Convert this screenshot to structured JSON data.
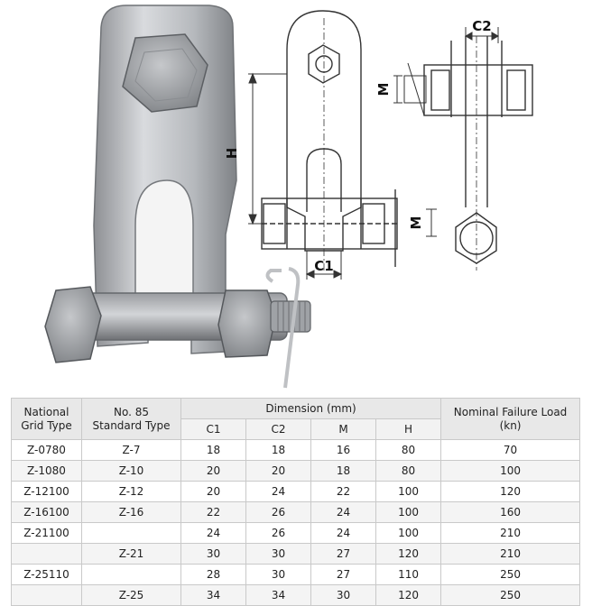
{
  "figure": {
    "labels": {
      "height": "H",
      "clearance_1": "C1",
      "clearance_2": "C2",
      "bolt_thread": "M"
    }
  },
  "table": {
    "headers": {
      "national_grid_type": [
        "National",
        "Grid Type"
      ],
      "standard_type": [
        "No. 85",
        "Standard Type"
      ],
      "dimension_group": "Dimension (mm)",
      "dimension_columns": [
        "C1",
        "C2",
        "M",
        "H"
      ],
      "failure_load": [
        "Nominal Failure Load",
        "(kn)"
      ]
    },
    "rows": [
      {
        "grid": "Z-0780",
        "std": "Z-7",
        "c1": "18",
        "c2": "18",
        "m": "16",
        "h": "80",
        "load": "70"
      },
      {
        "grid": "Z-1080",
        "std": "Z-10",
        "c1": "20",
        "c2": "20",
        "m": "18",
        "h": "80",
        "load": "100"
      },
      {
        "grid": "Z-12100",
        "std": "Z-12",
        "c1": "20",
        "c2": "24",
        "m": "22",
        "h": "100",
        "load": "120"
      },
      {
        "grid": "Z-16100",
        "std": "Z-16",
        "c1": "22",
        "c2": "26",
        "m": "24",
        "h": "100",
        "load": "160"
      },
      {
        "grid": "Z-21100",
        "std": "",
        "c1": "24",
        "c2": "26",
        "m": "24",
        "h": "100",
        "load": "210"
      },
      {
        "grid": "",
        "std": "Z-21",
        "c1": "30",
        "c2": "30",
        "m": "27",
        "h": "120",
        "load": "210"
      },
      {
        "grid": "Z-25110",
        "std": "",
        "c1": "28",
        "c2": "30",
        "m": "27",
        "h": "110",
        "load": "250"
      },
      {
        "grid": "",
        "std": "Z-25",
        "c1": "34",
        "c2": "34",
        "m": "30",
        "h": "120",
        "load": "250"
      }
    ]
  }
}
